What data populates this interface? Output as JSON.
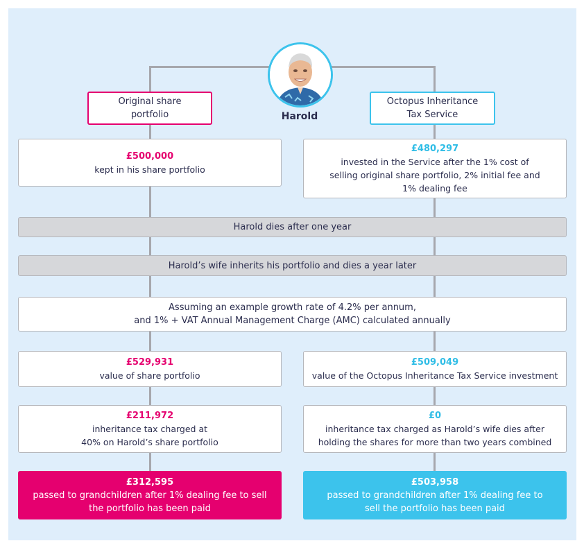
{
  "person": {
    "name": "Harold",
    "avatar_icon": "portrait-of-smiling-grey-haired-man"
  },
  "colors": {
    "background": "#dfeefb",
    "pink": "#e5006f",
    "cyan": "#3cc3ec",
    "connector": "#a6a7ad",
    "grey_bar": "#d6d7da"
  },
  "left": {
    "header": "Original share\nportfolio",
    "start": {
      "value": "£500,000",
      "text": "kept in his share portfolio"
    },
    "value": {
      "value": "£529,931",
      "text": "value of share portfolio"
    },
    "tax": {
      "value": "£211,972",
      "text": "inheritance tax charged at\n40% on Harold’s share portfolio"
    },
    "final": {
      "value": "£312,595",
      "text": "passed to grandchildren after 1% dealing fee to sell\nthe portfolio has been paid"
    }
  },
  "right": {
    "header": "Octopus Inheritance\nTax Service",
    "start": {
      "value": "£480,297",
      "text": "invested in the Service after the 1% cost of\nselling original share portfolio, 2% initial fee and\n1% dealing fee"
    },
    "value": {
      "value": "£509,049",
      "text": "value of the Octopus Inheritance Tax Service investment"
    },
    "tax": {
      "value": "£0",
      "text": "inheritance tax charged as Harold’s wife dies after\nholding the shares for more than two years combined"
    },
    "final": {
      "value": "£503,958",
      "text": "passed to grandchildren after 1% dealing fee to\nsell the portfolio has been paid"
    }
  },
  "events": {
    "harold_dies": "Harold dies after one year",
    "wife_inherits": "Harold’s wife inherits his portfolio and dies a year later"
  },
  "assumption": "Assuming an example growth rate of 4.2% per annum,\nand 1% + VAT Annual Management Charge (AMC) calculated annually"
}
